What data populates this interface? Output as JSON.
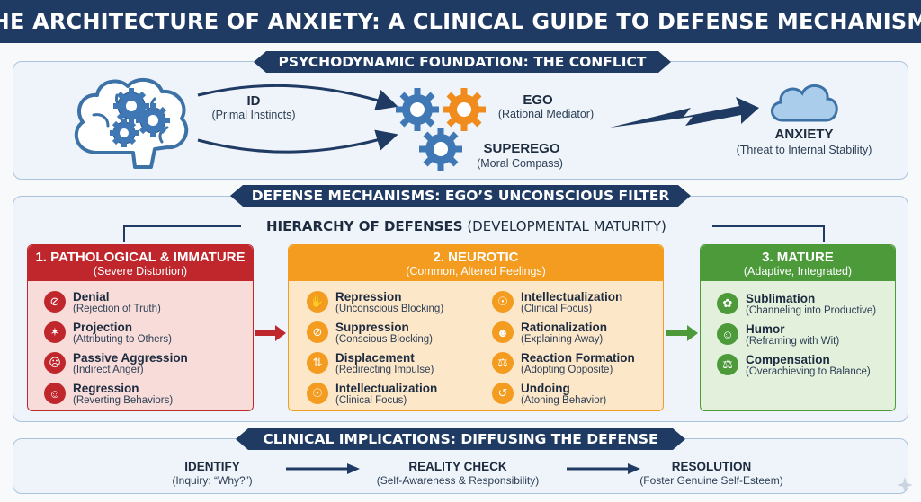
{
  "title": "THE ARCHITECTURE OF ANXIETY: A CLINICAL GUIDE TO DEFENSE MECHANISMS",
  "colors": {
    "navy": "#1f3a63",
    "pathological": "#c0272d",
    "neurotic": "#f39c1f",
    "mature": "#4c9a3a"
  },
  "foundation": {
    "banner": "PSYCHODYNAMIC FOUNDATION: THE CONFLICT",
    "id": {
      "title": "ID",
      "sub": "(Primal Instincts)"
    },
    "ego": {
      "title": "EGO",
      "sub": "(Rational Mediator)"
    },
    "superego": {
      "title": "SUPEREGO",
      "sub": "(Moral Compass)"
    },
    "anxiety": {
      "title": "ANXIETY",
      "sub": "(Threat to Internal Stability)"
    },
    "icons": [
      "brain-gears-icon",
      "gears-icon",
      "cloud-icon"
    ]
  },
  "defense": {
    "banner": "DEFENSE MECHANISMS: EGO’S UNCONSCIOUS FILTER",
    "hierarchy_bold": "HIERARCHY OF DEFENSES",
    "hierarchy_rest": " (DEVELOPMENTAL MATURITY)",
    "tiers": [
      {
        "title": "1. PATHOLOGICAL & IMMATURE",
        "sub": "(Severe Distortion)",
        "items": [
          {
            "name": "Denial",
            "desc": "(Rejection of Truth)",
            "icon": "eye-crossed-icon",
            "glyph": "⊘"
          },
          {
            "name": "Projection",
            "desc": "(Attributing to Others)",
            "icon": "projector-icon",
            "glyph": "✶"
          },
          {
            "name": "Passive Aggression",
            "desc": "(Indirect Anger)",
            "icon": "angry-face-icon",
            "glyph": "☹"
          },
          {
            "name": "Regression",
            "desc": "(Reverting Behaviors)",
            "icon": "child-head-icon",
            "glyph": "☺"
          }
        ]
      },
      {
        "title": "2. NEUROTIC",
        "sub": "(Common, Altered Feelings)",
        "left": [
          {
            "name": "Repression",
            "desc": "(Unconscious Blocking)",
            "icon": "locked-head-icon",
            "glyph": "✋"
          },
          {
            "name": "Suppression",
            "desc": "(Conscious Blocking)",
            "icon": "hidden-eye-icon",
            "glyph": "⊘"
          },
          {
            "name": "Displacement",
            "desc": "(Redirecting Impulse)",
            "icon": "redirect-icon",
            "glyph": "⇅"
          },
          {
            "name": "Intellectualization",
            "desc": "(Clinical Focus)",
            "icon": "thinking-head-icon",
            "glyph": "☉"
          }
        ],
        "right": [
          {
            "name": "Intellectualization",
            "desc": "(Clinical Focus)",
            "icon": "brain-icon",
            "glyph": "☉"
          },
          {
            "name": "Rationalization",
            "desc": "(Explaining Away)",
            "icon": "head-profile-icon",
            "glyph": "☻"
          },
          {
            "name": "Reaction Formation",
            "desc": "(Adopting Opposite)",
            "icon": "scales-icon",
            "glyph": "⚖"
          },
          {
            "name": "Undoing",
            "desc": "(Atoning Behavior)",
            "icon": "reset-icon",
            "glyph": "↺"
          }
        ]
      },
      {
        "title": "3. MATURE",
        "sub": "(Adaptive, Integrated)",
        "items": [
          {
            "name": "Sublimation",
            "desc": "(Channeling into Productive)",
            "icon": "helping-hands-icon",
            "glyph": "✿"
          },
          {
            "name": "Humor",
            "desc": "(Reframing with Wit)",
            "icon": "laughing-face-icon",
            "glyph": "☺"
          },
          {
            "name": "Compensation",
            "desc": "(Overachieving to Balance)",
            "icon": "balance-icon",
            "glyph": "⚖"
          }
        ]
      }
    ]
  },
  "clinical": {
    "banner": "CLINICAL IMPLICATIONS: DIFFUSING THE DEFENSE",
    "steps": [
      {
        "title": "IDENTIFY",
        "sub": "(Inquiry: “Why?”)"
      },
      {
        "title": "REALITY CHECK",
        "sub": "(Self-Awareness & Responsibility)"
      },
      {
        "title": "RESOLUTION",
        "sub": "(Foster Genuine Self-Esteem)"
      }
    ]
  }
}
